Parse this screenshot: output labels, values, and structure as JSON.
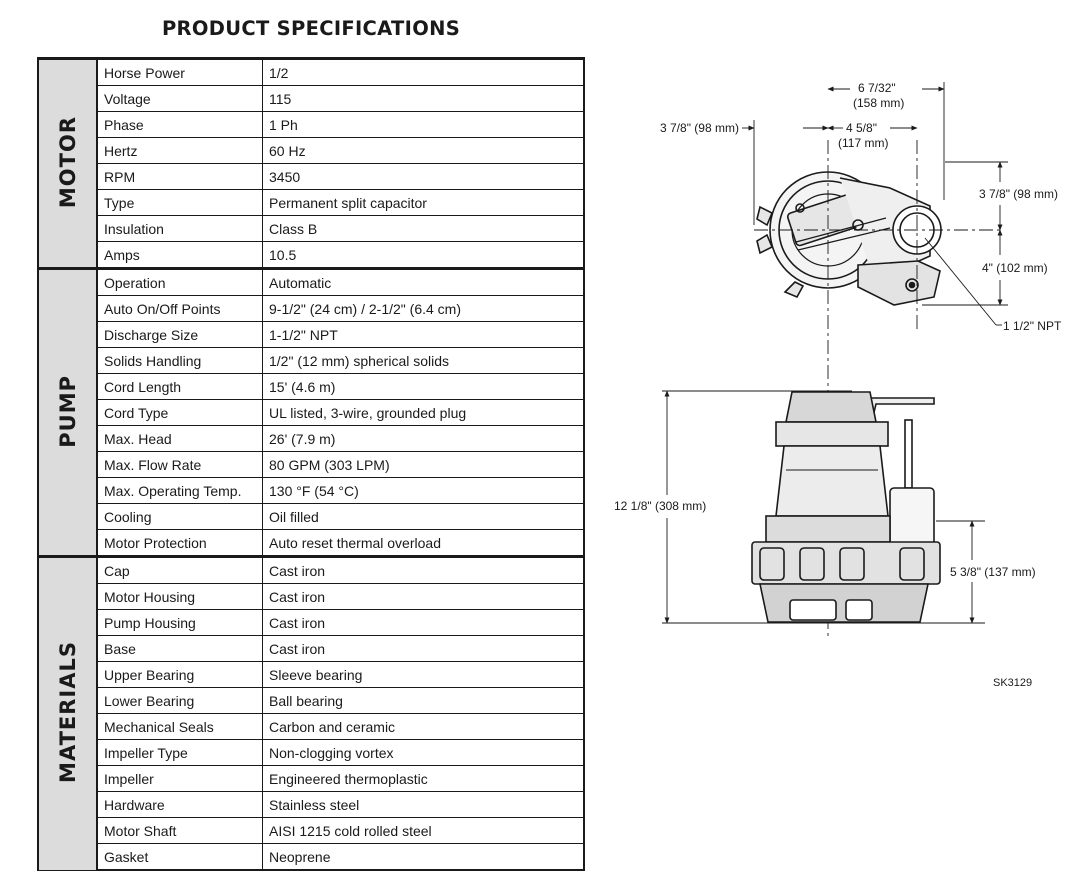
{
  "title": "PRODUCT SPECIFICATIONS",
  "sections": [
    {
      "name": "MOTOR",
      "rows": [
        [
          "Horse Power",
          "1/2"
        ],
        [
          "Voltage",
          "115"
        ],
        [
          "Phase",
          "1 Ph"
        ],
        [
          "Hertz",
          "60 Hz"
        ],
        [
          "RPM",
          "3450"
        ],
        [
          "Type",
          "Permanent split capacitor"
        ],
        [
          "Insulation",
          "Class B"
        ],
        [
          "Amps",
          "10.5"
        ]
      ]
    },
    {
      "name": "PUMP",
      "rows": [
        [
          "Operation",
          "Automatic"
        ],
        [
          "Auto On/Off Points",
          "9-1/2\" (24 cm) / 2-1/2\" (6.4 cm)"
        ],
        [
          "Discharge Size",
          "1-1/2\" NPT"
        ],
        [
          "Solids Handling",
          "1/2\" (12 mm) spherical solids"
        ],
        [
          "Cord Length",
          "15' (4.6 m)"
        ],
        [
          "Cord Type",
          "UL listed, 3-wire, grounded plug"
        ],
        [
          "Max. Head",
          "26' (7.9 m)"
        ],
        [
          "Max. Flow Rate",
          "80 GPM (303 LPM)"
        ],
        [
          "Max. Operating Temp.",
          "130 °F (54 °C)"
        ],
        [
          "Cooling",
          "Oil filled"
        ],
        [
          "Motor Protection",
          "Auto reset thermal overload"
        ]
      ]
    },
    {
      "name": "MATERIALS",
      "rows": [
        [
          "Cap",
          "Cast iron"
        ],
        [
          "Motor Housing",
          "Cast iron"
        ],
        [
          "Pump Housing",
          "Cast iron"
        ],
        [
          "Base",
          "Cast iron"
        ],
        [
          "Upper Bearing",
          "Sleeve bearing"
        ],
        [
          "Lower Bearing",
          "Ball bearing"
        ],
        [
          "Mechanical Seals",
          "Carbon and ceramic"
        ],
        [
          "Impeller Type",
          "Non-clogging vortex"
        ],
        [
          "Impeller",
          "Engineered thermoplastic"
        ],
        [
          "Hardware",
          "Stainless steel"
        ],
        [
          "Motor Shaft",
          "AISI 1215 cold rolled steel"
        ],
        [
          "Gasket",
          "Neoprene"
        ]
      ]
    }
  ],
  "drawing": {
    "dim_overall_width": "6 7/32\"",
    "dim_overall_width_mm": "(158 mm)",
    "dim_left_offset": "3 7/8\" (98 mm)",
    "dim_center_to_discharge": "4 5/8\"",
    "dim_center_to_discharge_mm": "(117 mm)",
    "dim_top_depth": "3 7/8\" (98 mm)",
    "dim_bottom_depth": "4\" (102 mm)",
    "discharge_label": "1 1/2\" NPT",
    "dim_height": "12 1/8\" (308 mm)",
    "dim_float_height": "5 3/8\" (137 mm)",
    "part_number": "SK3129"
  }
}
